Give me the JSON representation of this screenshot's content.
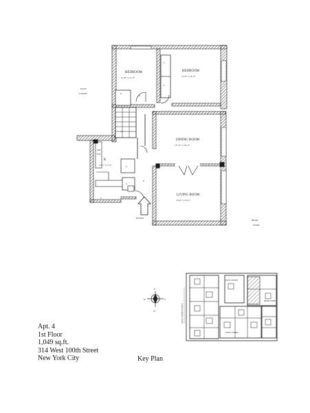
{
  "rooms": {
    "bedroom_left": "BEDROOM",
    "bedroom_left_dims": "9'-10\" x 11'-3\"",
    "bedroom_right": "BEDROOM",
    "bedroom_right_dims": "11'-8\" x 14'-3\"",
    "dining": "DINING ROOM",
    "dining_dims": "13'-11\" x 10'-2\"",
    "living": "LIVING ROOM",
    "living_dims": "13'-6\" x 19'-2\"",
    "kitchen": "K",
    "kitchen_dims": "13'-7\" x 7'-3\"",
    "dw": "DW",
    "dw2": "ICE"
  },
  "labels": {
    "east_court_1": "EAST",
    "east_court_2": "COURT",
    "rear_yard_1": "REAR",
    "rear_yard_2": "YARD",
    "entry": "ENTRY",
    "closet": "C",
    "closet2": "C",
    "closet3": "C",
    "closet4": "C",
    "closet5": "C",
    "closet6": "C",
    "closet7": "C",
    "closet8": "C",
    "p": "P"
  },
  "compass": {
    "n": "N",
    "s": "S",
    "e": "E",
    "w": "W"
  },
  "info": {
    "apt": "Apt. 4",
    "floor": "1st  Floor",
    "area": "1,049 sq.ft.",
    "address": "314 West 100th Street",
    "city": "New York City"
  },
  "key_plan": {
    "caption": "Key Plan",
    "east_court": "EAST COURT",
    "rear_yard": "REAR YARD",
    "west_court": "WEST COURT",
    "street": "WEST 100TH STREET"
  }
}
